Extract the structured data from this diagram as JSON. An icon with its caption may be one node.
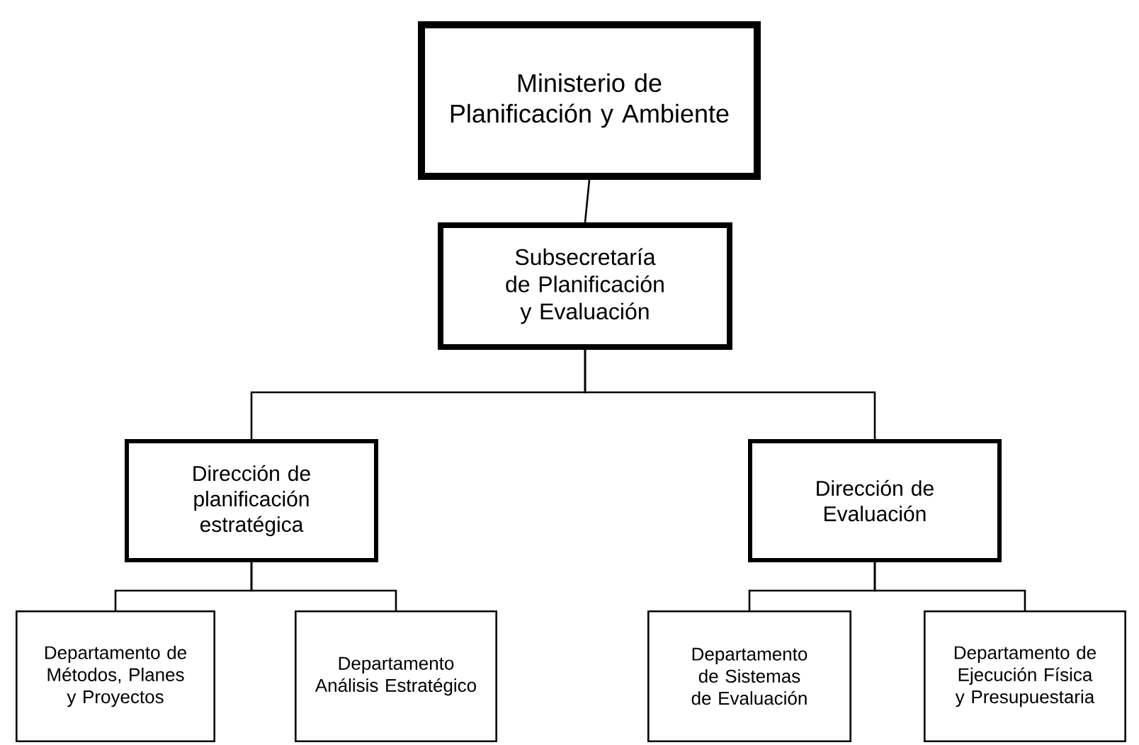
{
  "diagram": {
    "nodes": [
      {
        "text": [
          "Ministerio de Planificación y Ambiente"
        ]
      },
      {
        "text": [
          "Subsecretaría de Planificación y Evaluación"
        ]
      },
      {
        "text": [
          "Dirección de planificación estratégica"
        ]
      },
      {
        "text": [
          "Dirección de Evaluación"
        ]
      },
      {
        "text": [
          "Departamento de Métodos, Planes y Proyectos"
        ]
      },
      {
        "text": [
          "Departamento Análisis Estratégico"
        ]
      },
      {
        "text": [
          "Departamento de Sistemas de Evaluación"
        ]
      },
      {
        "text": [
          "Departamento de Ejecución Física y Presupuestaria"
        ]
      }
    ],
    "edges": [
      {
        "from": 0,
        "to": 1,
        "arrow": "none"
      },
      {
        "from": 1,
        "to": 2,
        "arrow": "none"
      },
      {
        "from": 1,
        "to": 3,
        "arrow": "none"
      },
      {
        "from": 2,
        "to": 4,
        "arrow": "none"
      },
      {
        "from": 2,
        "to": 5,
        "arrow": "none"
      },
      {
        "from": 3,
        "to": 6,
        "arrow": "none"
      },
      {
        "from": 3,
        "to": 7,
        "arrow": "none"
      }
    ]
  }
}
